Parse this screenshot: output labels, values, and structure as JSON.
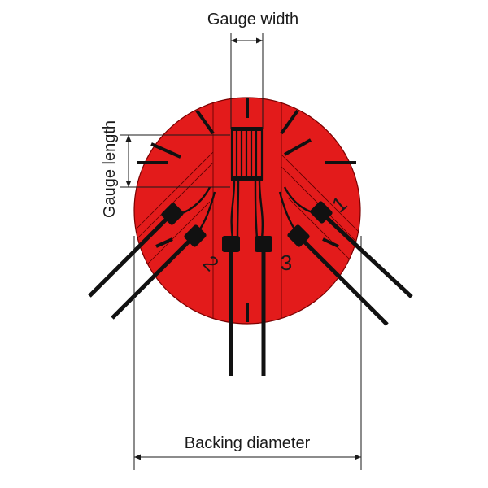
{
  "diagram": {
    "labels": {
      "gauge_width": "Gauge width",
      "gauge_length": "Gauge length",
      "backing_diameter": "Backing diameter"
    },
    "terminals": {
      "t1": "1",
      "t2": "2",
      "t3": "3"
    },
    "colors": {
      "backing": "#e31b1b",
      "ink": "#111111",
      "dimension": "#1a1a1a",
      "background": "#ffffff"
    }
  }
}
